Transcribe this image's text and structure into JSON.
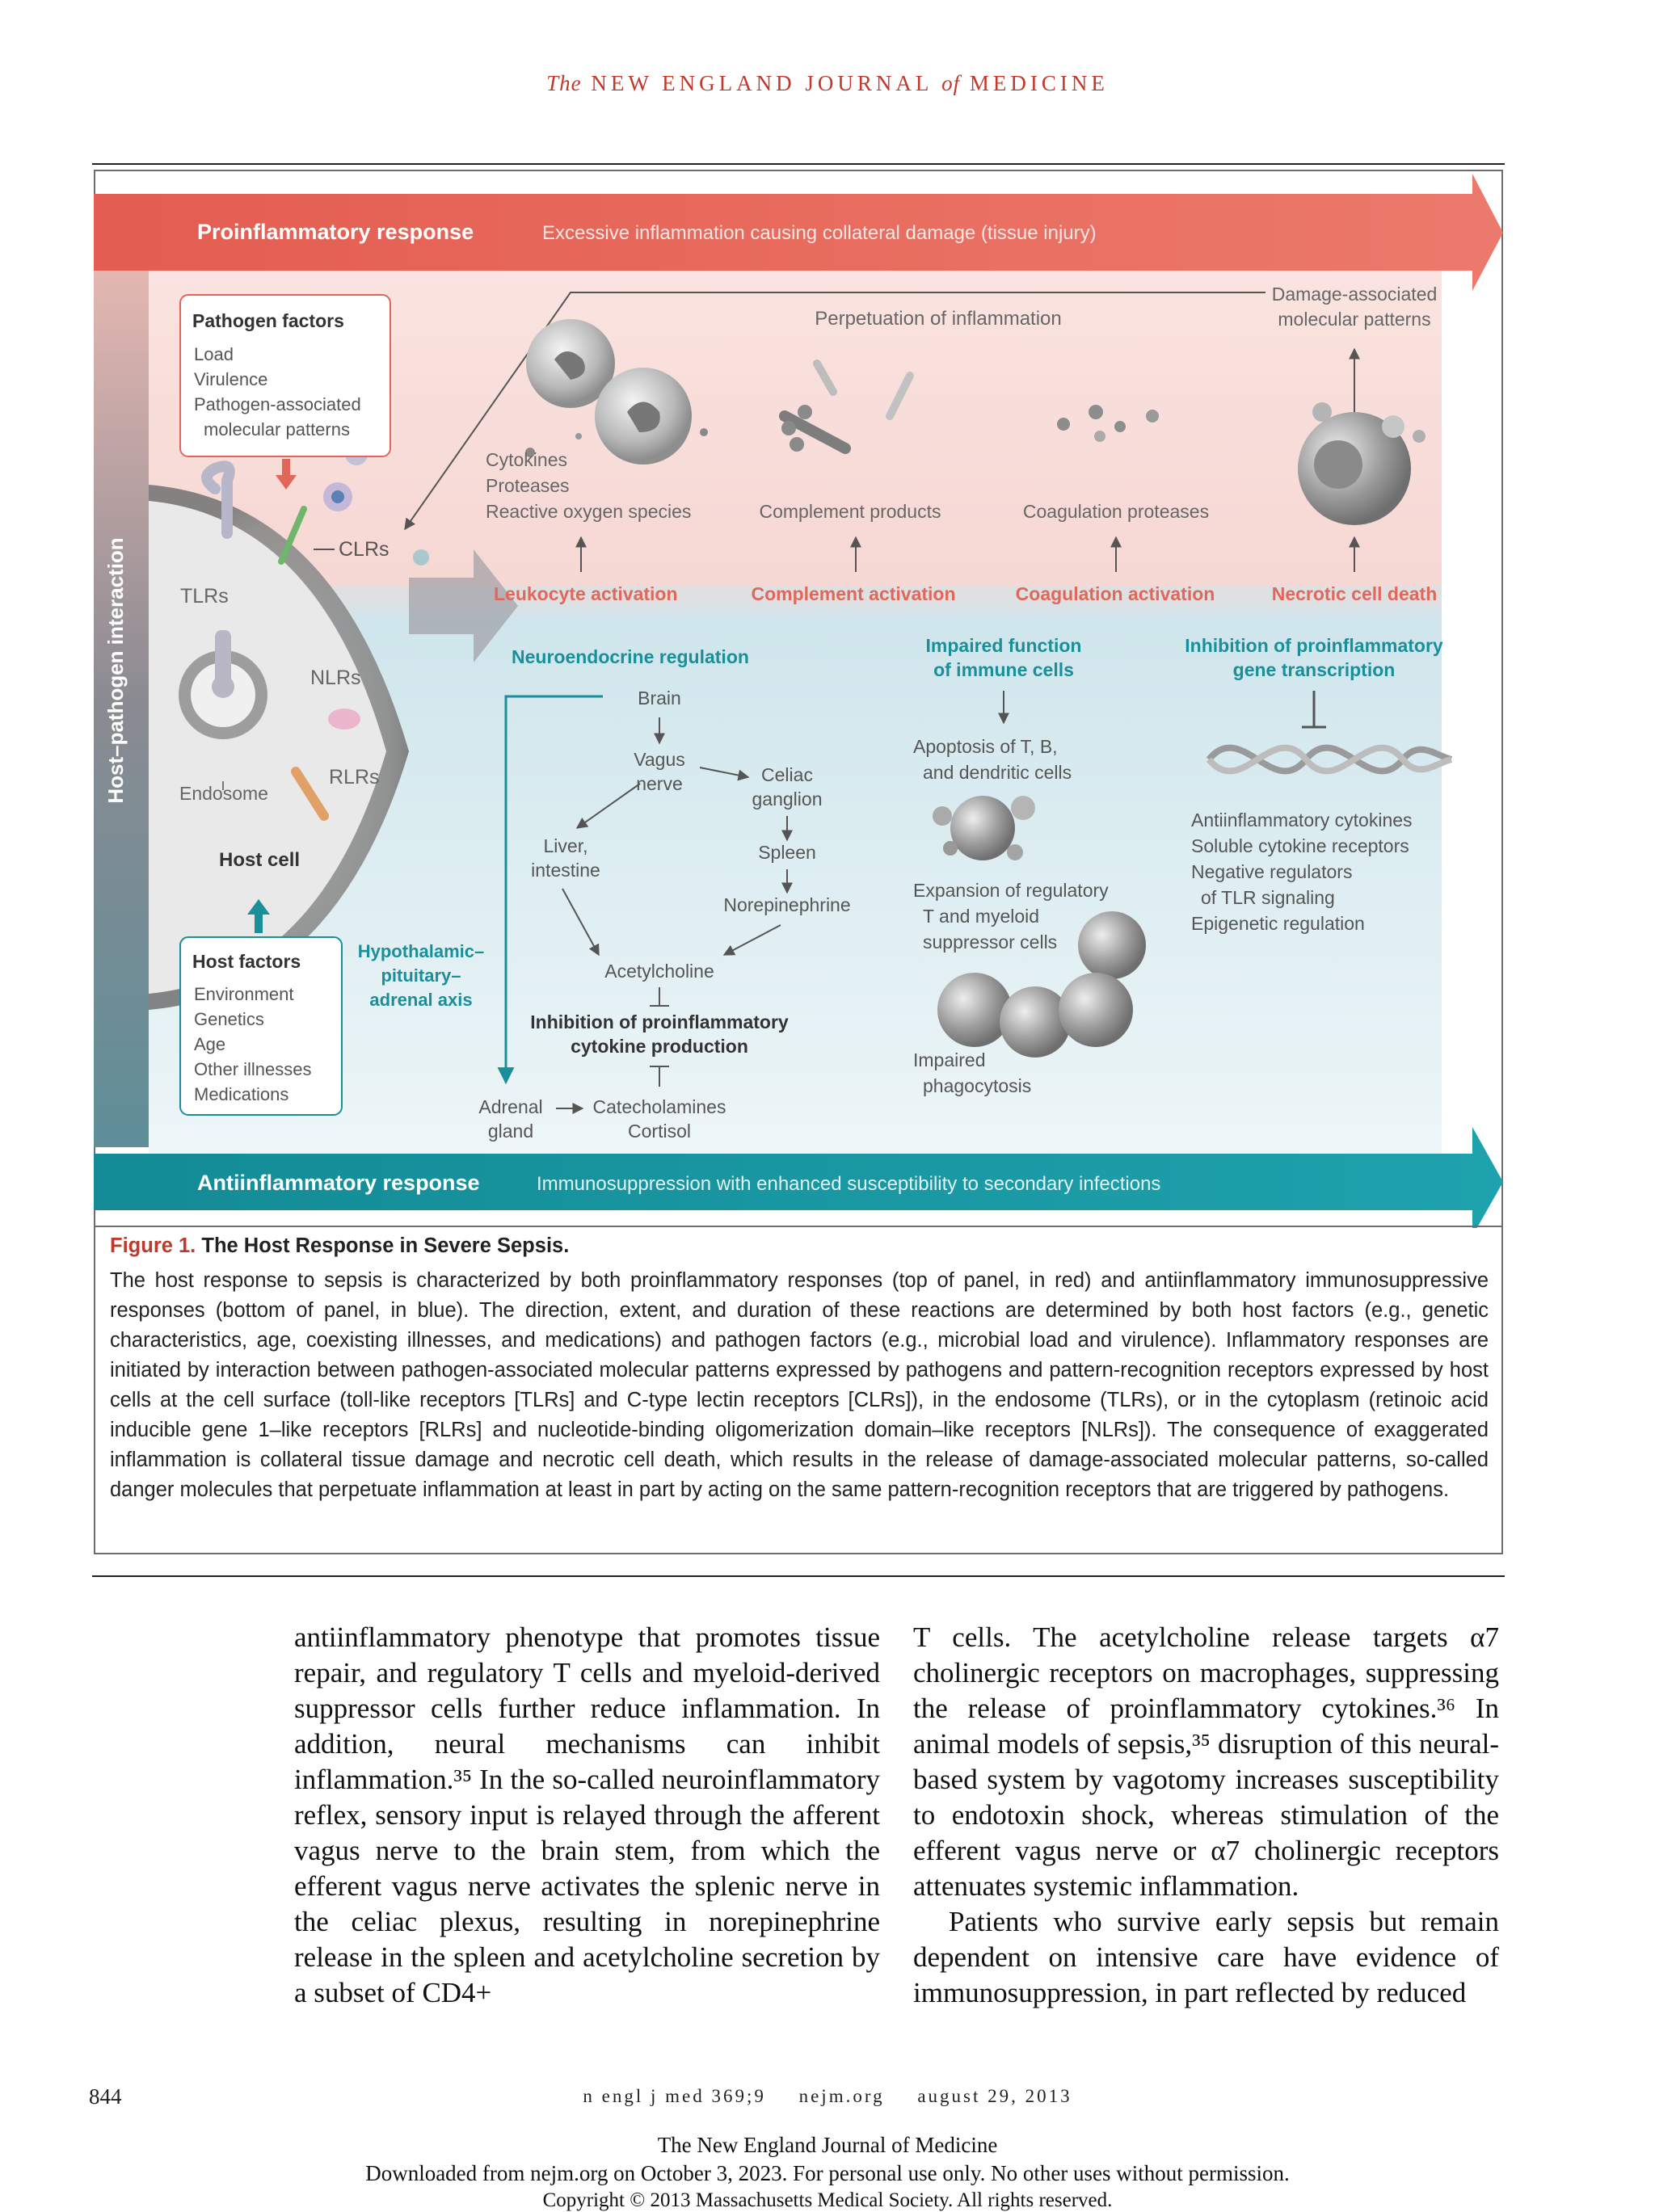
{
  "header": {
    "the": "The",
    "journal": "NEW ENGLAND JOURNAL",
    "of": "of",
    "medicine": "MEDICINE"
  },
  "figure": {
    "proinflammatory": {
      "label": "Proinflammatory response",
      "description": "Excessive inflammation causing collateral damage (tissue injury)"
    },
    "antiinflammatory": {
      "label": "Antiinflammatory response",
      "description": "Immunosuppression with enhanced susceptibility to secondary infections"
    },
    "side_label": "Host–pathogen interaction",
    "pathogen_factors": {
      "title": "Pathogen factors",
      "items": [
        "Load",
        "Virulence",
        "Pathogen-associated",
        "molecular patterns"
      ]
    },
    "host_factors": {
      "title": "Host factors",
      "items": [
        "Environment",
        "Genetics",
        "Age",
        "Other illnesses",
        "Medications"
      ]
    },
    "receptors": {
      "clrs": "CLRs",
      "tlrs": "TLRs",
      "nlrs": "NLRs",
      "rlrs": "RLRs",
      "endosome": "Endosome",
      "host_cell": "Host cell"
    },
    "perpetuation": "Perpetuation of inflammation",
    "damp": [
      "Damage-associated",
      "molecular patterns"
    ],
    "mediators": {
      "leukocyte_products": [
        "Cytokines",
        "Proteases",
        "Reactive oxygen species"
      ],
      "complement_products": "Complement products",
      "coagulation_proteases": "Coagulation proteases"
    },
    "activations": {
      "leukocyte": "Leukocyte activation",
      "complement": "Complement activation",
      "coagulation": "Coagulation activation",
      "necrotic": "Necrotic cell death"
    },
    "neuroendocrine": {
      "title": "Neuroendocrine regulation",
      "brain": "Brain",
      "vagus": [
        "Vagus",
        "nerve"
      ],
      "celiac": [
        "Celiac",
        "ganglion"
      ],
      "liver": [
        "Liver,",
        "intestine"
      ],
      "spleen": "Spleen",
      "norepinephrine": "Norepinephrine",
      "acetylcholine": "Acetylcholine",
      "inhibition": [
        "Inhibition of proinflammatory",
        "cytokine production"
      ],
      "adrenal": [
        "Adrenal",
        "gland"
      ],
      "catecholamines": "Catecholamines",
      "cortisol": "Cortisol",
      "hpa": [
        "Hypothalamic–",
        "pituitary–",
        "adrenal axis"
      ]
    },
    "impaired": {
      "title": [
        "Impaired function",
        "of immune cells"
      ],
      "apoptosis": [
        "Apoptosis of T, B,",
        "and dendritic cells"
      ],
      "expansion": [
        "Expansion of regulatory",
        "T and myeloid",
        "suppressor cells"
      ],
      "phagocytosis": [
        "Impaired",
        "phagocytosis"
      ]
    },
    "transcription": {
      "title": [
        "Inhibition of proinflammatory",
        "gene transcription"
      ],
      "items": [
        "Antiinflammatory cytokines",
        "Soluble cytokine receptors",
        "Negative regulators",
        "of TLR signaling",
        "Epigenetic regulation"
      ]
    }
  },
  "caption": {
    "label": "Figure 1.",
    "title": "The Host Response in Severe Sepsis.",
    "text": "The host response to sepsis is characterized by both proinflammatory responses (top of panel, in red) and antiinflammatory immunosuppressive responses (bottom of panel, in blue). The direction, extent, and duration of these reactions are determined by both host factors (e.g., genetic characteristics, age, coexisting illnesses, and medications) and pathogen factors (e.g., microbial load and virulence). Inflammatory responses are initiated by interaction between pathogen-associated molecular patterns expressed by pathogens and pattern-recognition receptors expressed by host cells at the cell surface (toll-like receptors [TLRs] and C-type lectin receptors [CLRs]), in the endosome (TLRs), or in the cytoplasm (retinoic acid inducible gene 1–like receptors [RLRs] and nucleotide-binding oligomerization domain–like receptors [NLRs]). The consequence of exaggerated inflammation is collateral tissue damage and necrotic cell death, which results in the release of damage-associated molecular patterns, so-called danger molecules that perpetuate inflammation at least in part by acting on the same pattern-recognition receptors that are triggered by pathogens."
  },
  "body": {
    "left": "antiinflammatory phenotype that promotes tissue repair, and regulatory T cells and myeloid-derived suppressor cells further reduce inflammation. In addition, neural mechanisms can inhibit inflammation.³⁵ In the so-called neuroinflammatory reflex, sensory input is relayed through the afferent vagus nerve to the brain stem, from which the efferent vagus nerve activates the splenic nerve in the celiac plexus, resulting in norepinephrine release in the spleen and acetylcholine secretion by a subset of CD4+",
    "right_p1": "T cells. The acetylcholine release targets α7 cholinergic receptors on macrophages, suppressing the release of proinflammatory cytokines.³⁶ In animal models of sepsis,³⁵ disruption of this neural-based system by vagotomy increases susceptibility to endotoxin shock, whereas stimulation of the efferent vagus nerve or α7 cholinergic receptors attenuates systemic inflammation.",
    "right_p2": "Patients who survive early sepsis but remain dependent on intensive care have evidence of immunosuppression, in part reflected by reduced"
  },
  "footer": {
    "page_number": "844",
    "citation": "n engl j med 369;9",
    "site": "nejm.org",
    "date": "august 29, 2013",
    "download_lines": [
      "The New England Journal of Medicine",
      "Downloaded from nejm.org on October 3, 2023. For personal use only. No other uses without permission.",
      "Copyright © 2013 Massachusetts Medical Society. All rights reserved."
    ]
  }
}
